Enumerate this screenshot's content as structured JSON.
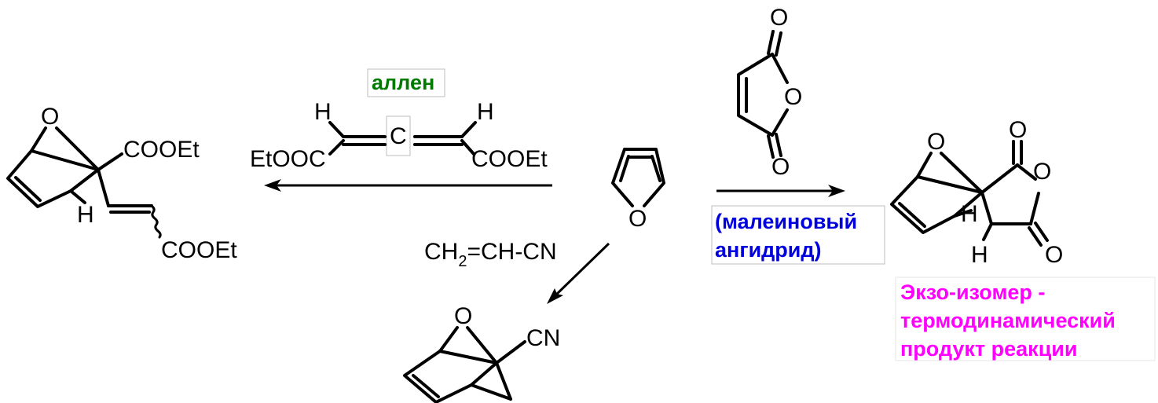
{
  "labels": {
    "allene_caption": "аллен",
    "allene_h_left": "H",
    "allene_h_right": "H",
    "allene_c": "C",
    "allene_ester_left": "EtOOC",
    "allene_ester_right": "COOEt",
    "left_product_o": "O",
    "left_product_ester_top": "COOEt",
    "left_product_h": "H",
    "left_product_ester_bottom": "COOEt",
    "acrylonitrile_text": "CH",
    "acrylonitrile_sub": "2",
    "acrylonitrile_rest": "=CH-CN",
    "bottom_product_o": "O",
    "bottom_product_cn": "CN",
    "furan_o": "O",
    "maleic_o_top": "O",
    "maleic_o_ring": "O",
    "maleic_o_bottom": "O",
    "maleic_caption_line1": "(малеиновый",
    "maleic_caption_line2": "ангидрид)",
    "right_product_o_bridge": "O",
    "right_product_o_top": "O",
    "right_product_o_ring": "O",
    "right_product_o_bottom": "O",
    "right_product_h1": "H",
    "right_product_h2": "H",
    "exo_caption_line1": "Экзо-изомер -",
    "exo_caption_line2": "термодинамический",
    "exo_caption_line3": "продукт реакции"
  },
  "colors": {
    "allene_caption": "#007a00",
    "maleic_caption": "#0000dd",
    "exo_caption": "#ff00ff",
    "box_border": "#bdbdbd",
    "bond": "#000000"
  }
}
